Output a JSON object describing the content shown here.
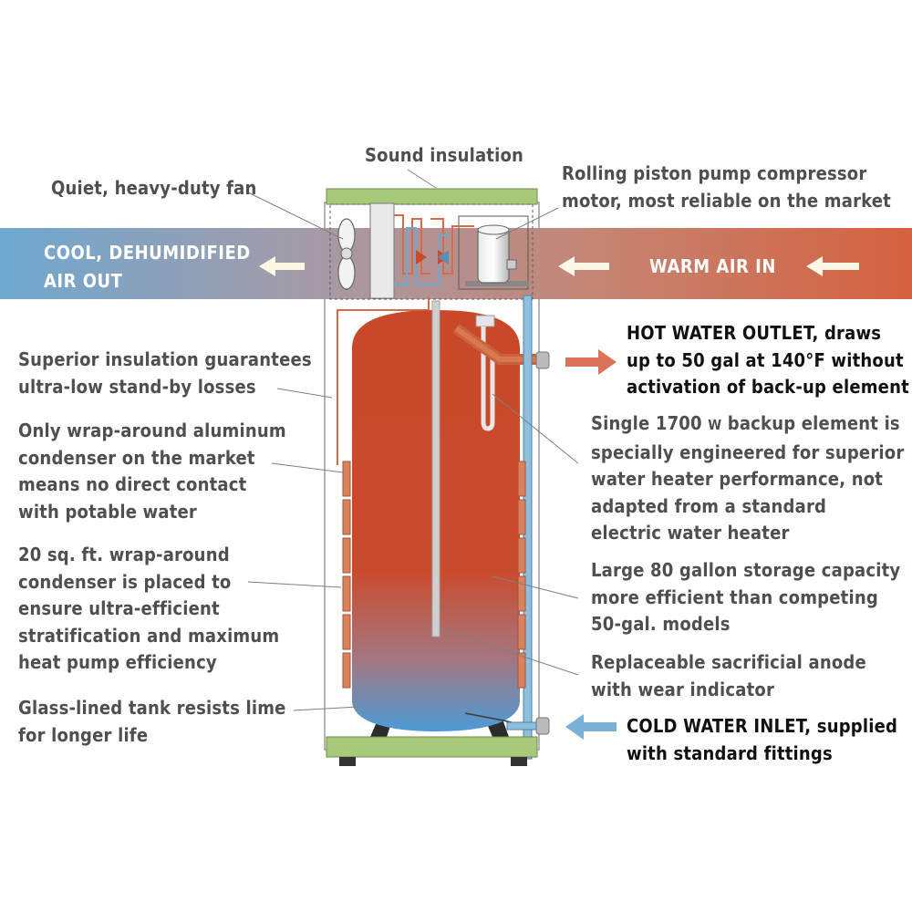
{
  "airflow": {
    "out_line1": "COOL, DEHUMIDIFIED",
    "out_line2": "AIR OUT",
    "in_label": "WARM AIR IN"
  },
  "labels": {
    "sound_insulation": "Sound insulation",
    "fan": "Quiet, heavy-duty fan",
    "compressor": [
      "Rolling piston pump compressor",
      "motor, most reliable on the market"
    ],
    "hot_outlet": [
      "HOT WATER OUTLET, draws",
      "up to 50 gal at 140°F without",
      "activation of back-up element"
    ],
    "insulation": [
      "Superior insulation guarantees",
      "ultra-low stand-by losses"
    ],
    "condenser_aluminum": [
      "Only wrap-around aluminum",
      "condenser on the market",
      "means no direct contact",
      "with potable water"
    ],
    "backup_element": {
      "line1_pre": "Single 1700",
      "line1_unit": "W",
      "line1_post": "backup element is",
      "rest": [
        "specially engineered for superior",
        "water heater performance, not",
        "adapted from a standard",
        "electric water heater"
      ]
    },
    "condenser_area": [
      "20 sq. ft. wrap-around",
      "condenser is placed to",
      "ensure ultra-efficient",
      "stratification and maximum",
      "heat pump efficiency"
    ],
    "storage": [
      "Large 80 gallon storage capacity",
      "more efficient than competing",
      "50-gal. models"
    ],
    "anode": [
      "Replaceable sacrificial anode",
      "with wear indicator"
    ],
    "glass_tank": [
      "Glass-lined tank resists lime",
      "for longer life"
    ],
    "cold_inlet": [
      "COLD WATER INLET, supplied",
      "with standard fittings"
    ]
  },
  "colors": {
    "band_left": "#74a9cc",
    "band_right": "#d2654a",
    "tank_top": "#c84a2c",
    "tank_bottom": "#5aa0d0",
    "hot_arrow": "#d9745a",
    "cold_arrow": "#7ab0d4",
    "insulation_green": "#a9c97a"
  }
}
